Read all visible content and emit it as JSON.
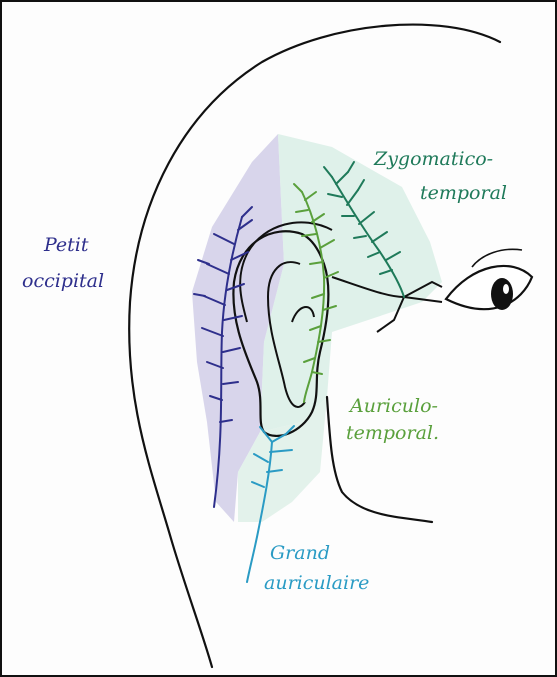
{
  "labels": {
    "petit_line1": "Petit",
    "petit_line2": "occipital",
    "zygo_line1": "Zygomatico-",
    "zygo_line2": "temporal",
    "auriculo_line1": "Auriculo-",
    "auriculo_line2": "temporal.",
    "grand_line1": "Grand",
    "grand_line2": "auriculaire"
  },
  "colors": {
    "outline": "#111111",
    "petit_occipital": "#2e2f8c",
    "petit_shade": "#b9b4dc",
    "zygomatico_temporal": "#1f7a5a",
    "zygo_shade": "#d4ece3",
    "auriculo_temporal": "#5aa03c",
    "grand_auriculaire": "#2a9bc4"
  },
  "icons": [
    "eye-icon",
    "ear-outline"
  ]
}
